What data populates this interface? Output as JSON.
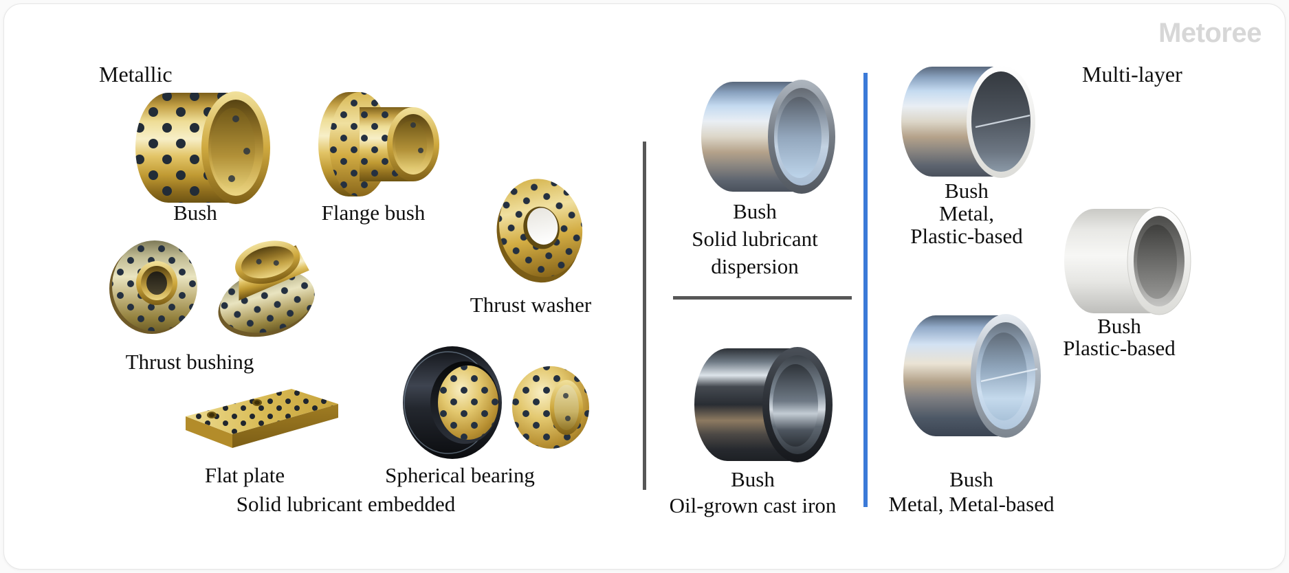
{
  "brand": "Metoree",
  "colors": {
    "accent_blue": "#3b7ad8",
    "divider_gray": "#575757",
    "brand_gray": "#d7d7d7",
    "brass_gold": "#d9b44e",
    "steel_blue": "#a9c4e4",
    "background": "#ffffff"
  },
  "metallic": {
    "title": "Metallic",
    "caption": "Solid lubricant embedded",
    "items": {
      "bush": "Bush",
      "flange_bush": "Flange bush",
      "thrust_washer": "Thrust washer",
      "thrust_bushing": "Thrust bushing",
      "flat_plate": "Flat plate",
      "spherical_bearing": "Spherical bearing"
    }
  },
  "single_layer": {
    "dispersion": {
      "line1": "Bush",
      "line2": "Solid lubricant",
      "line3": "dispersion"
    },
    "cast_iron": {
      "line1": "Bush",
      "line2": "Oil-grown cast iron"
    }
  },
  "multi_layer": {
    "title": "Multi-layer",
    "metal_plastic": {
      "line1": "Bush",
      "line2": "Metal,",
      "line3": "Plastic-based"
    },
    "plastic": {
      "line1": "Bush",
      "line2": "Plastic-based"
    },
    "metal_metal": {
      "line1": "Bush",
      "line2": "Metal, Metal-based"
    }
  },
  "images": {
    "metallic_bush": "brass bush with graphite plugs",
    "metallic_flange_bush": "brass flange bush with graphite plugs",
    "metallic_thrust_washer": "brass thrust washer with graphite plugs",
    "metallic_thrust_bushing": "two brass thrust bushings with graphite plugs",
    "metallic_flat_plate": "brass flat plate with graphite plugs",
    "metallic_spherical_bearing": "spherical bearing with brass ball and black ring",
    "dispersion_bush": "steel bush, solid lubricant dispersion",
    "cast_iron_bush": "dark oil-grown cast iron bush",
    "metal_plastic_bush": "steel bush with white plastic liner",
    "plastic_bush": "white plastic-based bush",
    "metal_metal_bush": "steel bush with metal liner"
  }
}
